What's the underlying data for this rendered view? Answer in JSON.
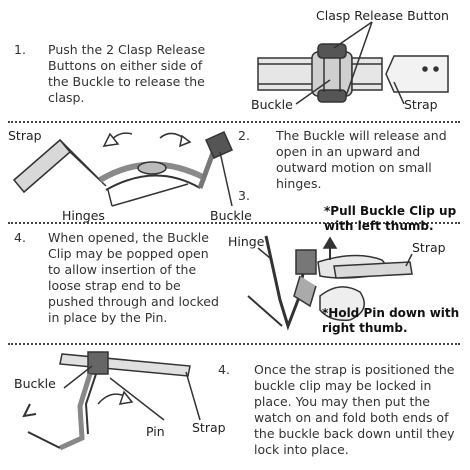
{
  "labels": {
    "clasp_release_button": "Clasp Release Button",
    "buckle": "Buckle",
    "strap": "Strap",
    "hinges": "Hinges",
    "hinge": "Hinge",
    "pin": "Pin"
  },
  "steps": [
    {
      "number": "1.",
      "text": "Push the 2 Clasp Release Buttons on either side of the Buckle to release the clasp."
    },
    {
      "number": "2.",
      "text": "The Buckle will release and open in an upward and outward motion on small hinges."
    },
    {
      "number": "3.",
      "text": ""
    },
    {
      "number": "4.",
      "text": "When opened, the Buckle Clip may be popped open to allow insertion of the loose strap end to be pushed through and locked in place by the Pin."
    },
    {
      "number": "4.",
      "text": "Once the strap is positioned the buckle clip may be locked in place. You may then put the watch on and fold both ends of the buckle back down until they lock into place."
    }
  ],
  "notes": {
    "pull_clip": "*Pull Buckle Clip up with left thumb.",
    "hold_pin": "*Hold Pin down with right thumb."
  }
}
